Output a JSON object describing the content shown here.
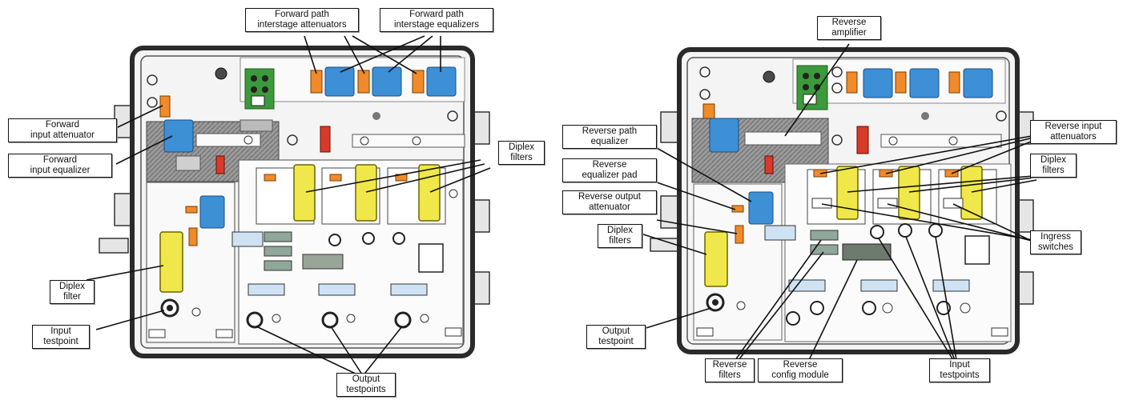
{
  "colors": {
    "housing_outline": "#2a2a2a",
    "housing_fill": "#f2f2f2",
    "blue_module": "#3d8fd6",
    "yellow_filter": "#f0e84a",
    "orange_pad": "#f08a2a",
    "green_board": "#3c9a3c",
    "gray_panel": "#8c8c8c"
  },
  "left_unit": {
    "labels": {
      "fwd_attenuators": [
        "Forward path",
        "interstage attenuators"
      ],
      "fwd_equalizers": [
        "Forward path",
        "interstage equalizers"
      ],
      "input_attenuator": [
        "Forward",
        "input attenuator"
      ],
      "input_equalizer": [
        "Forward",
        "input equalizer"
      ],
      "diplex_filters": [
        "Diplex",
        "filters"
      ],
      "diplex_filter": [
        "Diplex",
        "filter"
      ],
      "input_testpoint": [
        "Input",
        "testpoint"
      ],
      "output_testpoints": [
        "Output",
        "testpoints"
      ]
    }
  },
  "right_unit": {
    "labels": {
      "reverse_amplifier": [
        "Reverse",
        "amplifier"
      ],
      "reverse_path_equalizer": [
        "Reverse path",
        "equalizer"
      ],
      "reverse_equalizer_pad": [
        "Reverse",
        "equalizer pad"
      ],
      "reverse_output_attenuator": [
        "Reverse output",
        "attenuator"
      ],
      "diplex_filters_left": [
        "Diplex",
        "filters"
      ],
      "output_testpoint": [
        "Output",
        "testpoint"
      ],
      "reverse_input_attenuators": [
        "Reverse input",
        "attenuators"
      ],
      "diplex_filters_right": [
        "Diplex",
        "filters"
      ],
      "ingress_switches": [
        "Ingress",
        "switches"
      ],
      "reverse_filters": [
        "Reverse",
        "filters"
      ],
      "reverse_config_module": [
        "Reverse",
        "config module"
      ],
      "input_testpoints": [
        "Input",
        "testpoints"
      ]
    }
  }
}
